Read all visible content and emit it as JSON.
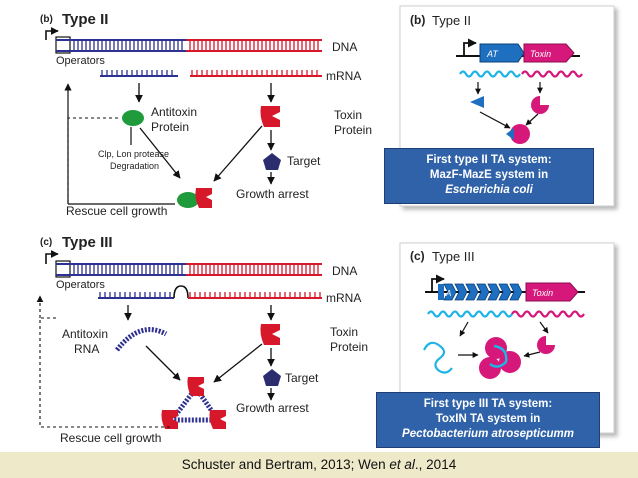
{
  "panel_b": {
    "tag": "(b)",
    "title": "Type II",
    "operators": "Operators",
    "dna": "DNA",
    "mrna": "mRNA",
    "antitoxin_line1": "Antitoxin",
    "antitoxin_line2": "Protein",
    "toxin_line1": "Toxin",
    "toxin_line2": "Protein",
    "protease_line1": "Clp, Lon protease",
    "protease_line2": "Degradation",
    "target": "Target",
    "growth_arrest": "Growth arrest",
    "rescue": "Rescue cell growth"
  },
  "panel_c": {
    "tag": "(c)",
    "title": "Type III",
    "operators": "Operators",
    "dna": "DNA",
    "mrna": "mRNA",
    "antitoxin_line1": "Antitoxin",
    "antitoxin_line2": "RNA",
    "toxin_line1": "Toxin",
    "toxin_line2": "Protein",
    "target": "Target",
    "growth_arrest": "Growth arrest",
    "rescue": "Rescue cell growth"
  },
  "inset_b": {
    "tag": "(b)",
    "title": "Type II",
    "gene_a": "AT",
    "gene_b": "Toxin"
  },
  "inset_c": {
    "tag": "(c)",
    "title": "Type III",
    "gene_a": "A",
    "gene_b": "Toxin"
  },
  "callout_b": {
    "line1": "First type II TA system:",
    "line2": "MazF-MazE system in",
    "line3": "Escherichia coli"
  },
  "callout_c": {
    "line1": "First type III TA system:",
    "line2": "ToxIN TA system in",
    "line3": "Pectobacterium atrosepticumm"
  },
  "footer": {
    "part1": "Schuster and Bertram, 2013; Wen ",
    "part2": "et al",
    "part3": "., 2014"
  },
  "colors": {
    "dna_blue": "#2e3192",
    "dna_red": "#d7182a",
    "antitoxin_green": "#1f9b3c",
    "target_navy": "#2b2d6e",
    "inset_blue": "#1e6fbf",
    "inset_magenta": "#d6187a",
    "rna_cyan": "#1eb4e6",
    "callout_bg": "#2f62a8",
    "footer_bg": "#eeeac9"
  }
}
